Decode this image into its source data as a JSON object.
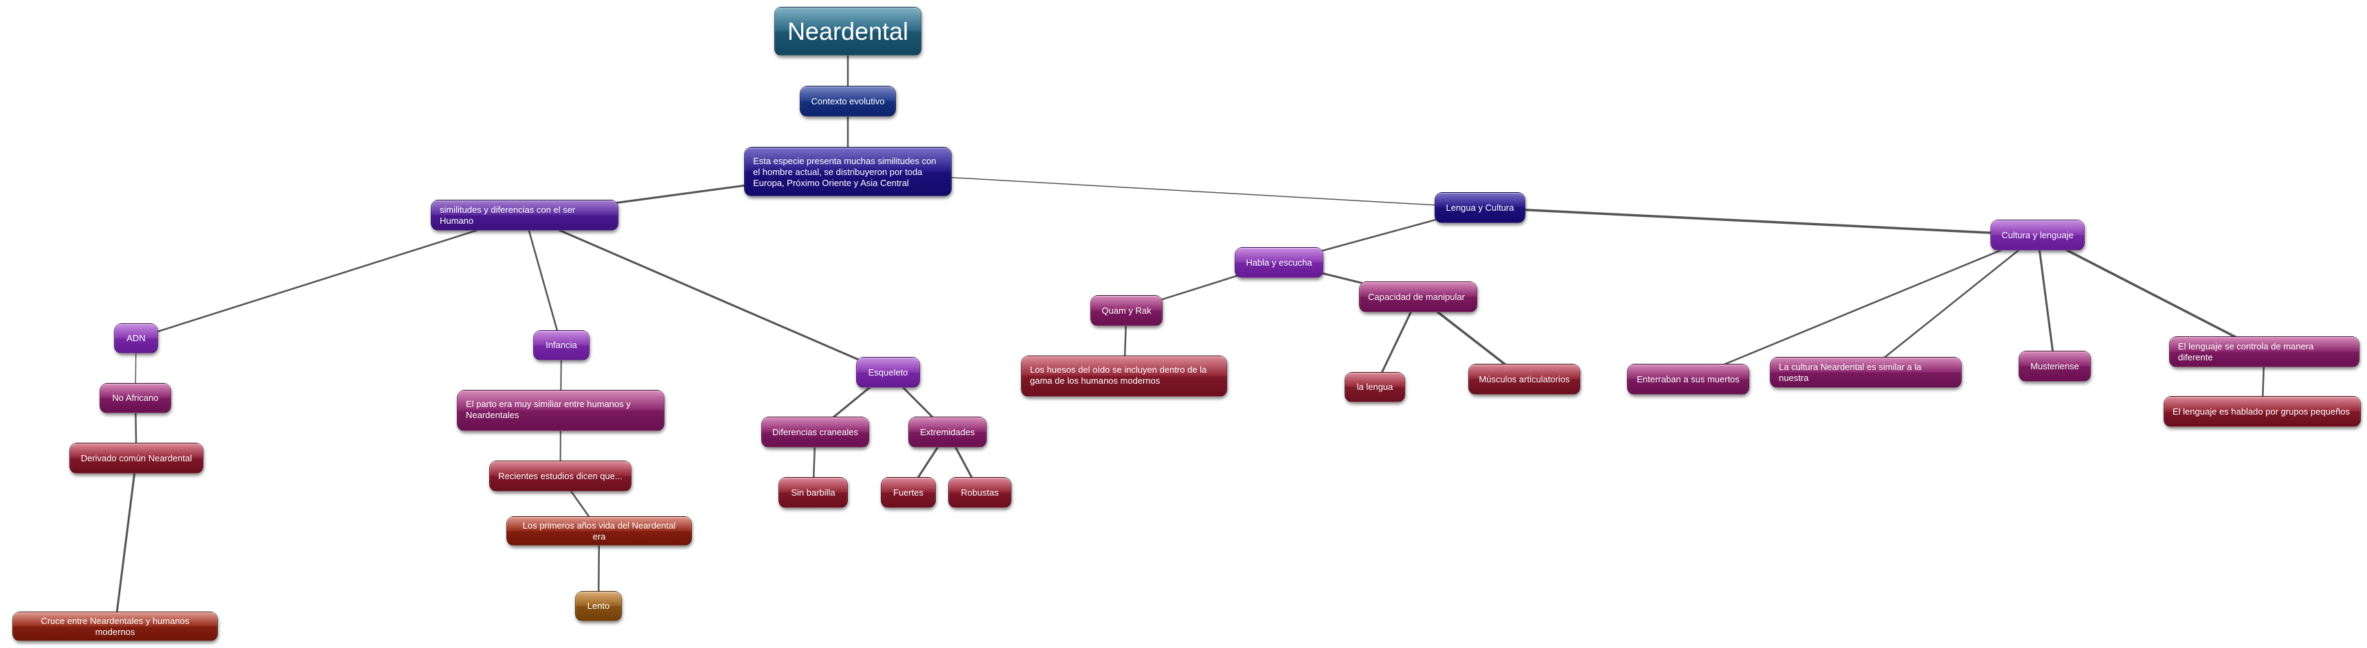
{
  "diagram": {
    "root": "Neardental",
    "context": "Contexto evolutivo",
    "description": "Esta especie presenta muchas similitudes con el hombre actual,  se distribuyeron por toda Europa, Próximo Oriente y Asia Central",
    "similarities": "similitudes y diferencias con el ser Humano",
    "adn": "ADN",
    "no_africano": "No Africano",
    "derivado": "Derivado común Neardental",
    "cruce": "Cruce entre Neardentales y humanos modernos",
    "infancia": "Infancia",
    "parto": "El parto era muy similiar entre humanos y Neardentales",
    "estudios": "Recientes estudios dicen que...",
    "primeros_anos": "Los primeros años vida del Neardental era",
    "lento": "Lento",
    "esqueleto": "Esqueleto",
    "diferencias_craneales": "Diferencias craneales",
    "sin_barbilla": "Sin barbilla",
    "extremidades": "Extremidades",
    "fuertes": "Fuertes",
    "robustas": "Robustas",
    "lengua_cultura": "Lengua y Cultura",
    "habla": "Habla y escucha",
    "quam_rak": "Quam y Rak",
    "huesos_oido": "Los huesos del oído se incluyen dentro de la gama de los humanos modernos",
    "capacidad": "Capacidad de manipular",
    "la_lengua": "la lengua",
    "musculos": "Músculos articulatorios",
    "cultura_lenguaje": "Cultura y lenguaje",
    "enterraban": "Enterraban a sus muertos",
    "cultura_similar": "La cultura Neardental es similar a la nuestra",
    "musteriense": "Musteriense",
    "controla": "El lenguaje se controla de manera diferente",
    "hablado": "El lenguaje es hablado por grupos pequeños"
  }
}
